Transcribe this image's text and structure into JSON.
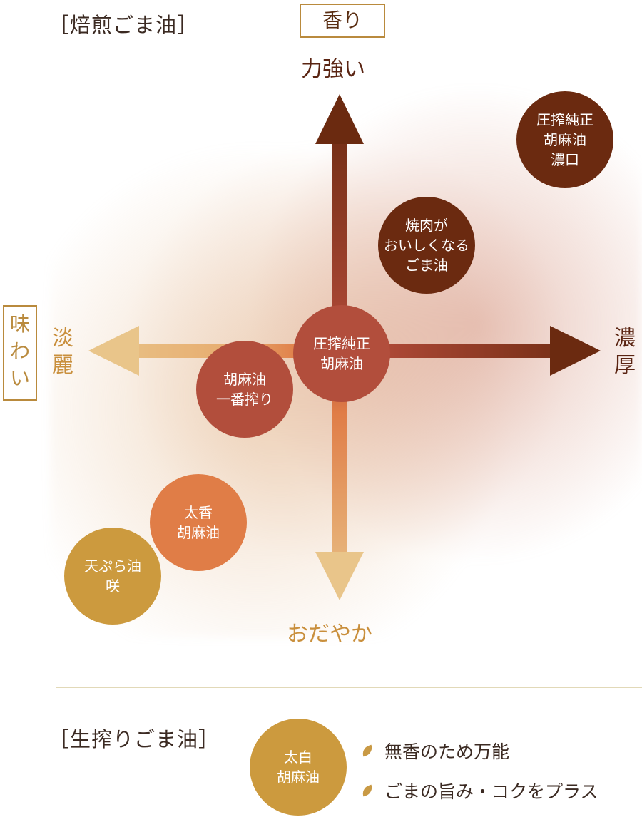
{
  "roasted": {
    "section_title": "［焙煎ごま油］",
    "aroma_label": "香り",
    "taste_label": "味わい",
    "axis": {
      "top": "力強い",
      "bottom": "おだやか",
      "left": "淡麗",
      "right": "濃厚"
    },
    "products": [
      {
        "id": "koku",
        "lines": [
          "圧搾純正",
          "胡麻油",
          "濃口"
        ],
        "color": "#6b2a10"
      },
      {
        "id": "yakiniku",
        "lines": [
          "焼肉が",
          "おいしくなる",
          "ごま油"
        ],
        "color": "#6b2a10"
      },
      {
        "id": "pure",
        "lines": [
          "圧搾純正",
          "胡麻油"
        ],
        "color": "#b24e3c"
      },
      {
        "id": "ichiban",
        "lines": [
          "胡麻油",
          "一番搾り"
        ],
        "color": "#b24e3c"
      },
      {
        "id": "taiko",
        "lines": [
          "太香",
          "胡麻油"
        ],
        "color": "#e07d47"
      },
      {
        "id": "tempura",
        "lines": [
          "天ぷら油",
          "咲"
        ],
        "color": "#cc9a3e"
      }
    ]
  },
  "raw": {
    "section_title": "［生搾りごま油］",
    "product": {
      "lines": [
        "太白",
        "胡麻油"
      ],
      "color": "#cc9a3e"
    },
    "features": [
      "無香のため万能",
      "ごまの旨み・コクをプラス"
    ]
  }
}
